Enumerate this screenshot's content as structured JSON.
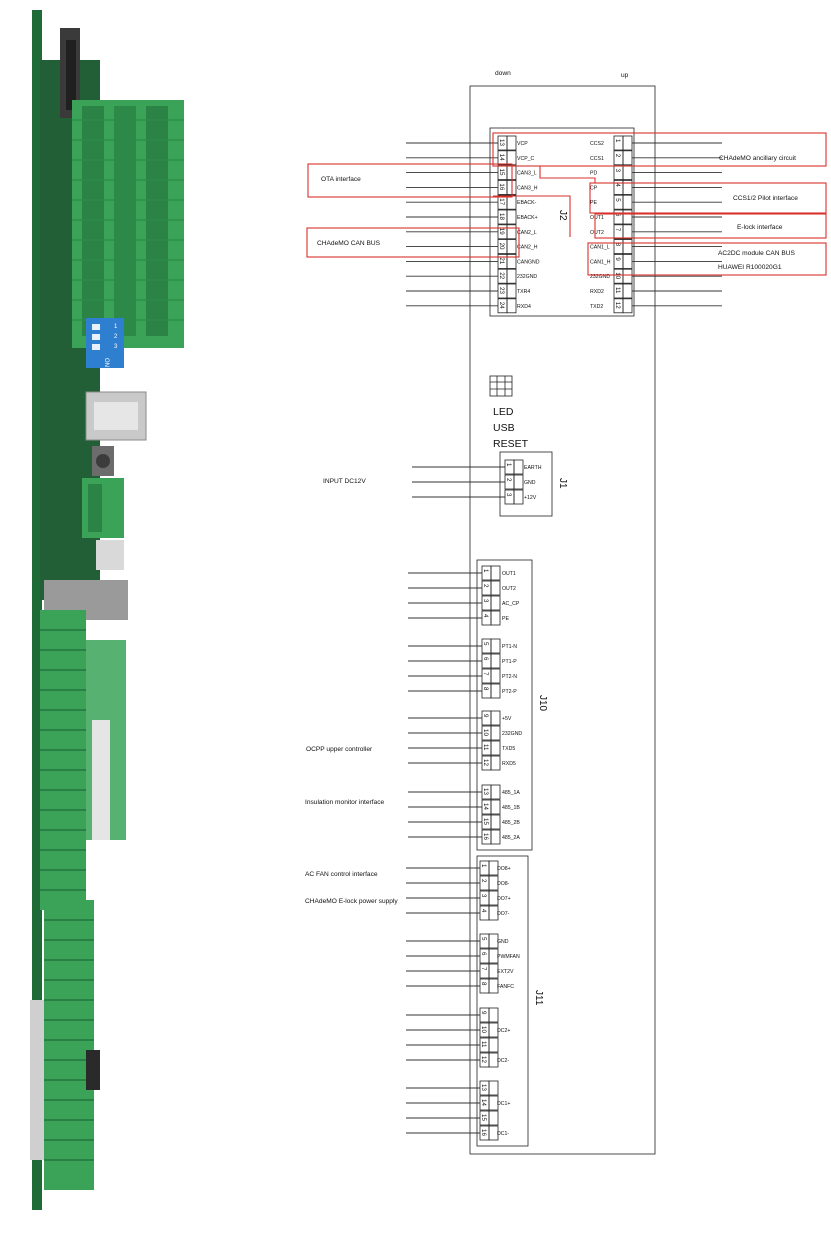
{
  "header": {
    "left": "down",
    "right": "up"
  },
  "leds": {
    "lines": [
      "LED",
      "USB",
      "RESET"
    ]
  },
  "connectors": {
    "j2": {
      "label": "J2",
      "left": [
        {
          "n": "13",
          "s": "VCP"
        },
        {
          "n": "14",
          "s": "VCP_C"
        },
        {
          "n": "15",
          "s": "CAN3_L"
        },
        {
          "n": "16",
          "s": "CAN3_H"
        },
        {
          "n": "17",
          "s": "EBACK-"
        },
        {
          "n": "18",
          "s": "EBACK+"
        },
        {
          "n": "19",
          "s": "CAN2_L"
        },
        {
          "n": "20",
          "s": "CAN2_H"
        },
        {
          "n": "21",
          "s": "CANGND"
        },
        {
          "n": "22",
          "s": "232GND"
        },
        {
          "n": "23",
          "s": "TXR4"
        },
        {
          "n": "24",
          "s": "RXD4"
        }
      ],
      "right": [
        {
          "n": "1",
          "s": "CCS2"
        },
        {
          "n": "2",
          "s": "CCS1"
        },
        {
          "n": "3",
          "s": "PD"
        },
        {
          "n": "4",
          "s": "CP"
        },
        {
          "n": "5",
          "s": "PE"
        },
        {
          "n": "6",
          "s": "OUT1"
        },
        {
          "n": "7",
          "s": "OUT2"
        },
        {
          "n": "8",
          "s": "CAN1_L"
        },
        {
          "n": "9",
          "s": "CAN1_H"
        },
        {
          "n": "10",
          "s": "232GND"
        },
        {
          "n": "11",
          "s": "RXD2"
        },
        {
          "n": "12",
          "s": "TXD2"
        }
      ]
    },
    "j1": {
      "label": "J1",
      "pins": [
        {
          "n": "1",
          "s": "EARTH"
        },
        {
          "n": "2",
          "s": "GND"
        },
        {
          "n": "3",
          "s": "+12V"
        }
      ]
    },
    "j10": {
      "label": "J10",
      "pins": [
        {
          "n": "1",
          "s": "OUT1"
        },
        {
          "n": "2",
          "s": "OUT2"
        },
        {
          "n": "3",
          "s": "AC_CP"
        },
        {
          "n": "4",
          "s": "PE"
        },
        {
          "n": "5",
          "s": "PT1-N"
        },
        {
          "n": "6",
          "s": "PT1-P"
        },
        {
          "n": "7",
          "s": "PT2-N"
        },
        {
          "n": "8",
          "s": "PT2-P"
        },
        {
          "n": "9",
          "s": "+5V"
        },
        {
          "n": "10",
          "s": "232GND"
        },
        {
          "n": "11",
          "s": "TXD5"
        },
        {
          "n": "12",
          "s": "RXD5"
        },
        {
          "n": "13",
          "s": "485_1A"
        },
        {
          "n": "14",
          "s": "485_1B"
        },
        {
          "n": "15",
          "s": "485_2B"
        },
        {
          "n": "16",
          "s": "485_2A"
        }
      ]
    },
    "j11": {
      "label": "J11",
      "pins": [
        {
          "n": "1",
          "s": "DO8+"
        },
        {
          "n": "2",
          "s": "DO8-"
        },
        {
          "n": "3",
          "s": "DO7+"
        },
        {
          "n": "4",
          "s": "DO7-"
        },
        {
          "n": "5",
          "s": "GND"
        },
        {
          "n": "6",
          "s": "PWMFAN"
        },
        {
          "n": "7",
          "s": "EXT2V"
        },
        {
          "n": "8",
          "s": "FANFC"
        },
        {
          "n": "9",
          "s": ""
        },
        {
          "n": "10",
          "s": "DC2+"
        },
        {
          "n": "11",
          "s": ""
        },
        {
          "n": "12",
          "s": "DC2-"
        },
        {
          "n": "13",
          "s": ""
        },
        {
          "n": "14",
          "s": "DC1+"
        },
        {
          "n": "15",
          "s": ""
        },
        {
          "n": "16",
          "s": "DC1-"
        }
      ]
    }
  },
  "callouts": {
    "ota": "OTA interface",
    "chademo_can": "CHAdeMO CAN BUS",
    "chademo_aux": "CHAdeMO ancillary circuit",
    "ccs_pilot": "CCS1/2 Pilot interface",
    "elock": "E-lock interface",
    "ac2dc_line1": "AC2DC module CAN BUS",
    "ac2dc_line2": "HUAWEI R100020G1",
    "input_dc": "INPUT DC12V",
    "ocpp": "OCPP upper controller",
    "insulation": "Insulation monitor interface",
    "acfan": "AC FAN control interface",
    "chademo_elock": "CHAdeMO E-lock power supply"
  },
  "dip_switch": {
    "label": "ON",
    "numbers": [
      "1",
      "2",
      "3"
    ]
  },
  "colors": {
    "pcb_green": "#3aa357",
    "pcb_green_dark": "#1f6b38",
    "dip_blue": "#2f7fd1",
    "callout_red": "#d8312c"
  }
}
